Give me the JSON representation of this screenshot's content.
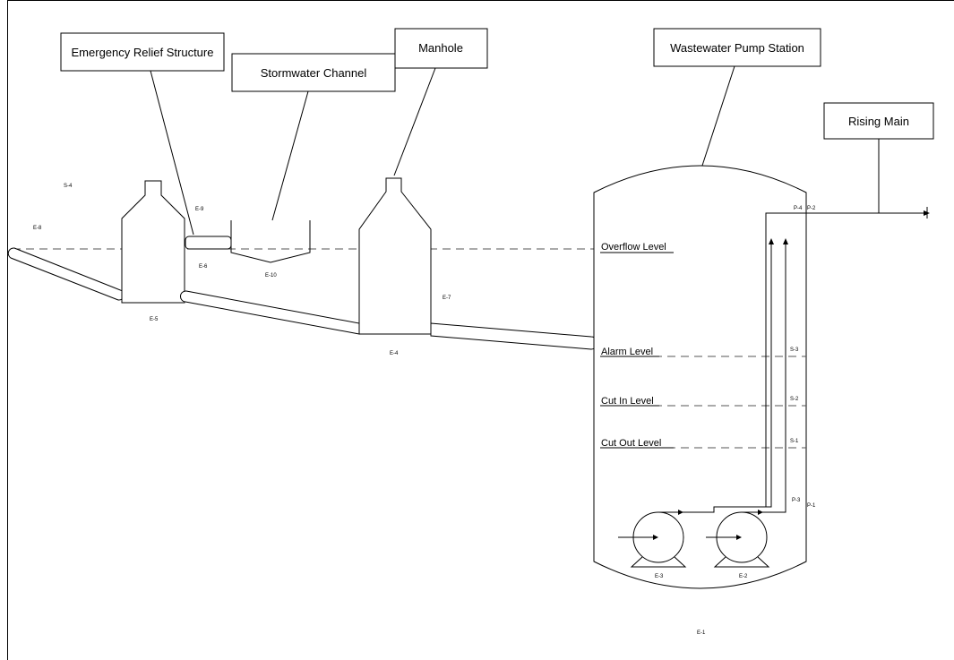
{
  "labels": {
    "emergency_relief": "Emergency Relief Structure",
    "stormwater_channel": "Stormwater Channel",
    "manhole": "Manhole",
    "pump_station": "Wastewater Pump Station",
    "rising_main": "Rising Main"
  },
  "levels": {
    "overflow": "Overflow Level",
    "alarm": "Alarm Level",
    "cut_in": "Cut In Level",
    "cut_out": "Cut Out Level"
  },
  "tags": {
    "e1": "E-1",
    "e2": "E-2",
    "e3": "E-3",
    "e4": "E-4",
    "e5": "E-5",
    "e6": "E-6",
    "e7": "E-7",
    "e8": "E-8",
    "e9": "E-9",
    "e10": "E-10",
    "s1": "S-1",
    "s2": "S-2",
    "s3": "S-3",
    "s4": "S-4",
    "p1": "P-1",
    "p2": "P-2",
    "p3": "P-3",
    "p4": "P-4"
  }
}
